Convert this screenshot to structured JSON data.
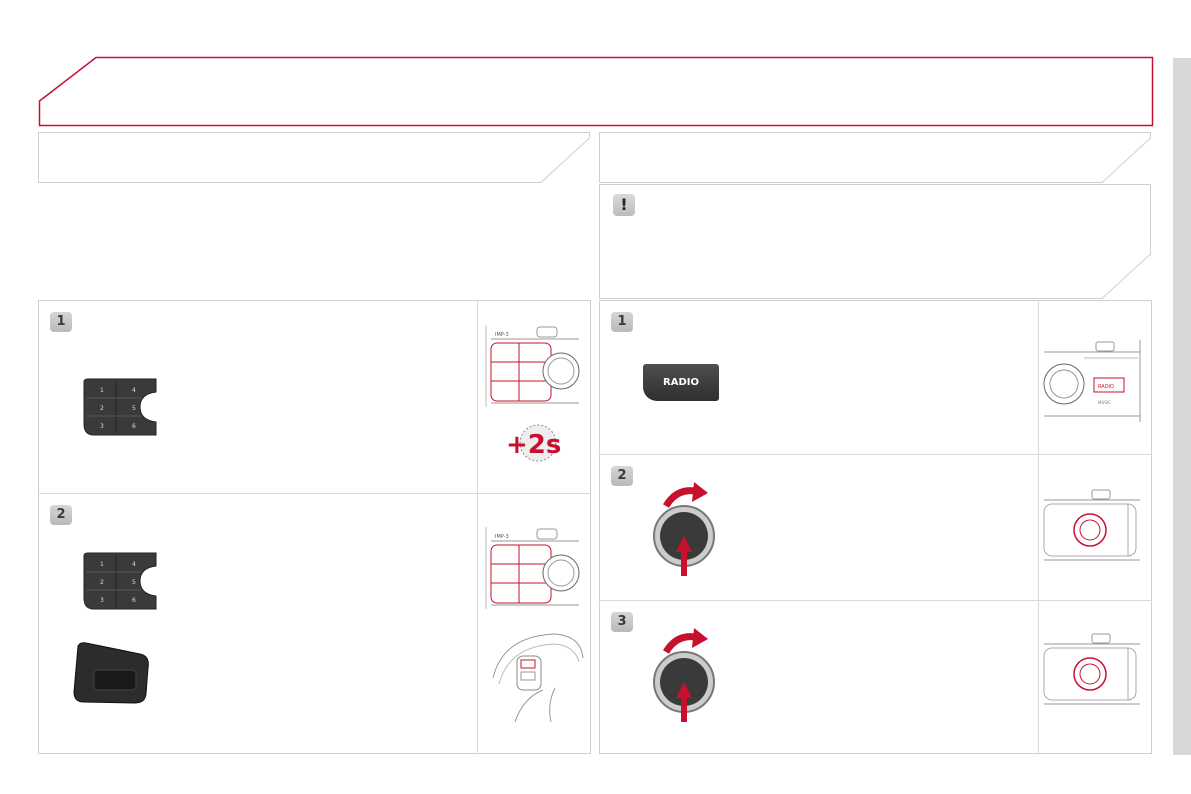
{
  "colors": {
    "accent": "#c8102e",
    "frame": "#cfcfcf",
    "strip": "#d8d8d8"
  },
  "left": {
    "step1": {
      "number": "1",
      "keypad_keys": [
        "1",
        "4",
        "2",
        "5",
        "3",
        "6"
      ],
      "press_label": "+2s"
    },
    "step2": {
      "number": "2",
      "keypad_keys": [
        "1",
        "4",
        "2",
        "5",
        "3",
        "6"
      ]
    }
  },
  "right": {
    "warning_icon": "!",
    "step1": {
      "number": "1",
      "radio_label": "RADIO"
    },
    "step2": {
      "number": "2"
    },
    "step3": {
      "number": "3"
    }
  }
}
